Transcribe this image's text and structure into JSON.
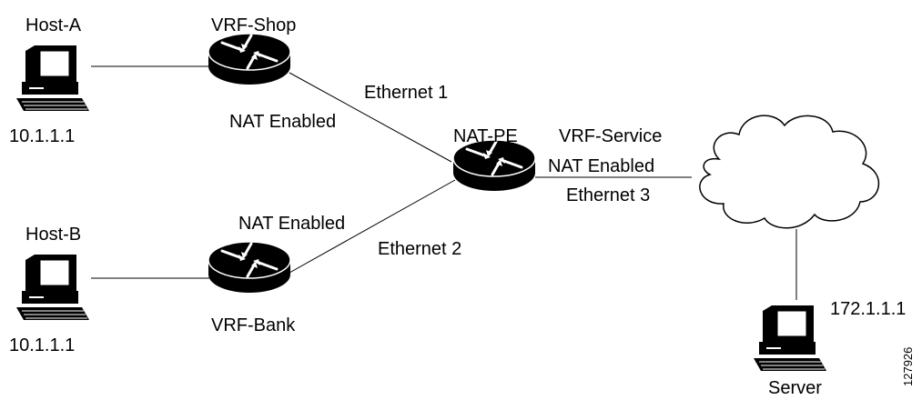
{
  "diagram": {
    "hosts": {
      "host_a": {
        "name": "Host-A",
        "ip": "10.1.1.1"
      },
      "host_b": {
        "name": "Host-B",
        "ip": "10.1.1.1"
      },
      "server": {
        "name": "Server",
        "ip": "172.1.1.1"
      }
    },
    "routers": {
      "vrf_shop": {
        "name": "VRF-Shop",
        "nat": "NAT Enabled",
        "link": "Ethernet 1"
      },
      "vrf_bank": {
        "name": "VRF-Bank",
        "nat": "NAT Enabled",
        "link": "Ethernet 2"
      },
      "nat_pe": {
        "name": "NAT-PE"
      }
    },
    "service": {
      "name": "VRF-Service",
      "nat": "NAT Enabled",
      "link": "Ethernet 3"
    },
    "figure_id": "127926"
  }
}
